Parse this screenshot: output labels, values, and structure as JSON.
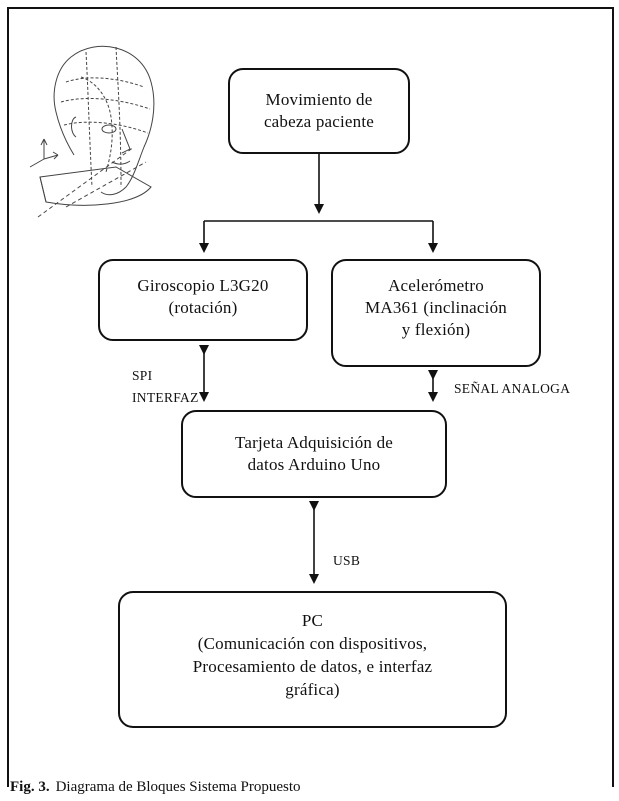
{
  "diagram": {
    "nodes": {
      "movimiento": "Movimiento de\ncabeza paciente",
      "giroscopio": "Giroscopio L3G20\n(rotación)",
      "acelerometro": "Acelerómetro\nMA361 (inclinación\ny flexión)",
      "tarjeta": "Tarjeta Adquisición de\ndatos Arduino Uno",
      "pc": "PC\n(Comunicación con dispositivos,\nProcesamiento de datos, e interfaz\ngráfica)"
    },
    "edge_labels": {
      "spi": "SPI\nINTERFAZ",
      "senal": "SEÑAL ANALOGA",
      "usb": "USB"
    },
    "icons": {
      "head": "head-sketch-icon"
    }
  },
  "caption": {
    "number": "Fig. 3.",
    "text": "Diagrama de Bloques Sistema Propuesto"
  }
}
